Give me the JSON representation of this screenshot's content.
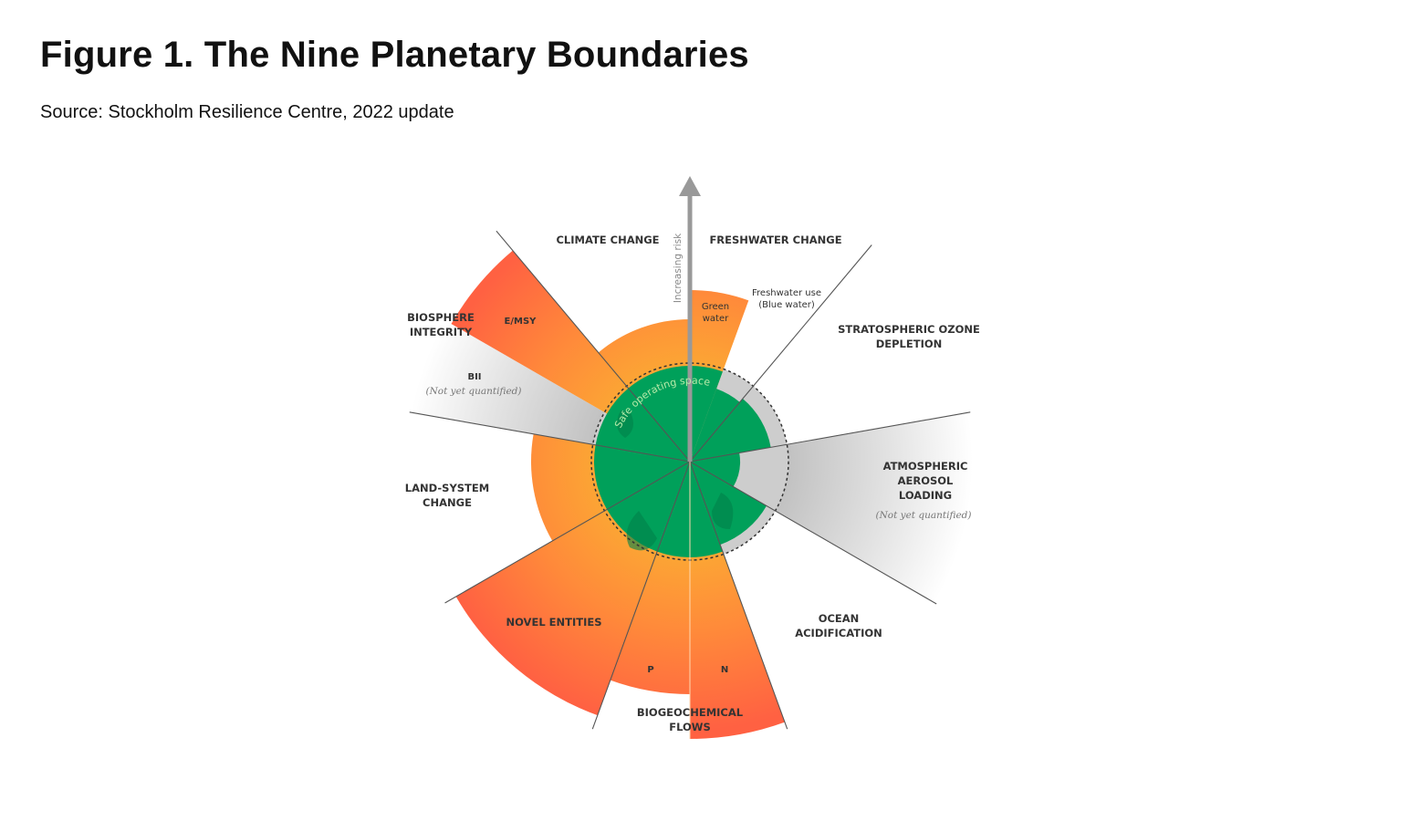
{
  "title": "Figure 1. The Nine Planetary Boundaries",
  "source": "Source: Stockholm Resilience Centre, 2022 update",
  "diagram": {
    "axis_label": "Increasing risk",
    "safe_zone_label": "Safe operating space",
    "labels": {
      "climate": "CLIMATE CHANGE",
      "freshwater": "FRESHWATER CHANGE",
      "green_water_1": "Green",
      "green_water_2": "water",
      "blue_water_1": "Freshwater use",
      "blue_water_2": "(Blue water)",
      "ozone_1": "STRATOSPHERIC OZONE",
      "ozone_2": "DEPLETION",
      "aerosol_1": "ATMOSPHERIC",
      "aerosol_2": "AEROSOL",
      "aerosol_3": "LOADING",
      "aerosol_note": "(Not yet quantified)",
      "ocean_1": "OCEAN",
      "ocean_2": "ACIDIFICATION",
      "biogeo_1": "BIOGEOCHEMICAL",
      "biogeo_2": "FLOWS",
      "p": "P",
      "n": "N",
      "novel": "NOVEL ENTITIES",
      "land_1": "LAND-SYSTEM",
      "land_2": "CHANGE",
      "biosphere_1": "BIOSPHERE",
      "biosphere_2": "INTEGRITY",
      "emsy": "E/MSY",
      "bii": "BII",
      "bii_note": "(Not yet quantified)"
    },
    "colors": {
      "safe": "#00a05a",
      "increasing": "#fba232",
      "high_risk": "#ff6142",
      "not_quantified": "#cfcfcf"
    }
  }
}
